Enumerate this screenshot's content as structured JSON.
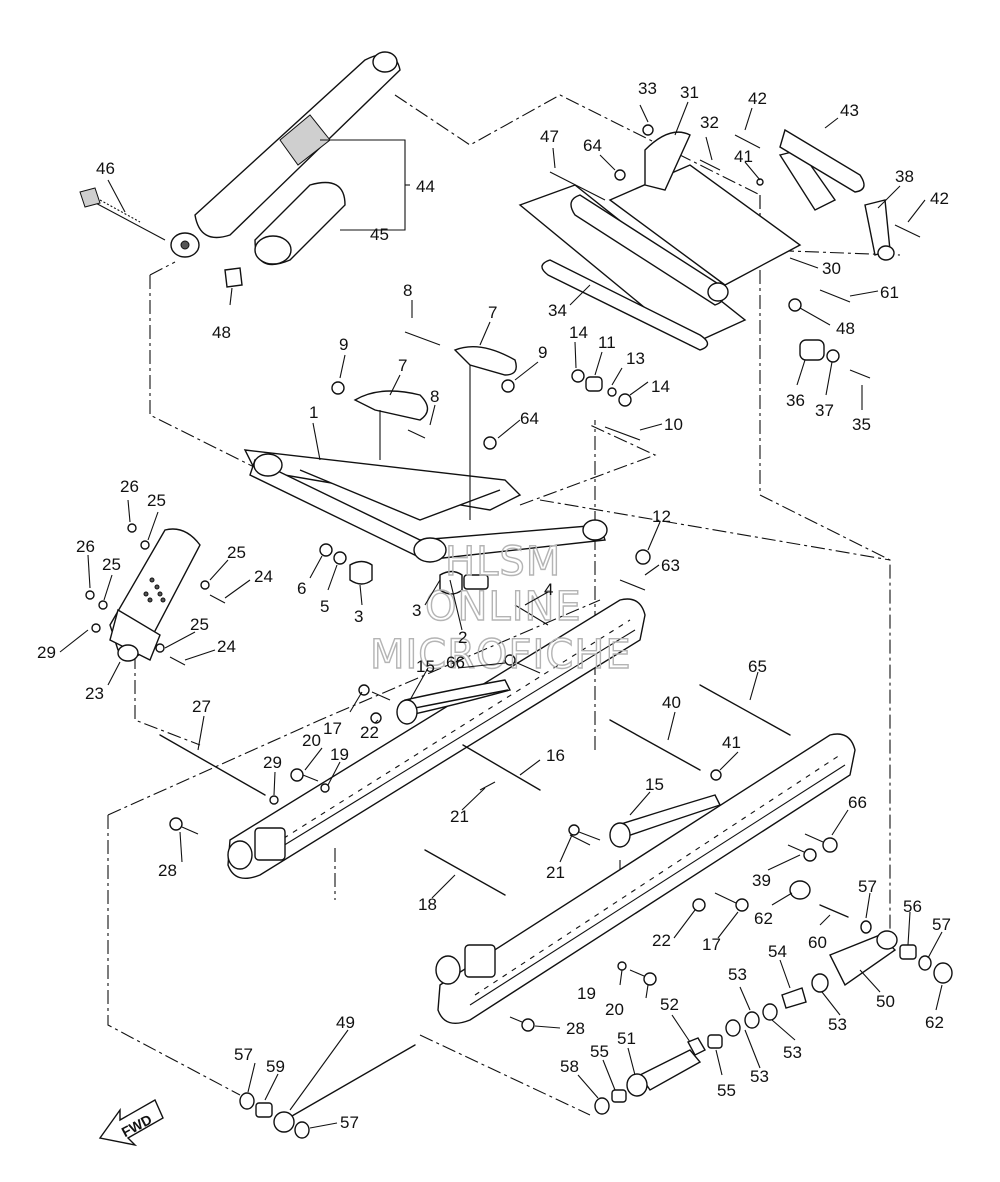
{
  "watermark": {
    "line1": "HLSM",
    "line2": "ONLINE",
    "line3": "MICROFICHE"
  },
  "direction_label": "FWD",
  "callouts": [
    {
      "id": "c1",
      "text": "1"
    },
    {
      "id": "c2",
      "text": "2"
    },
    {
      "id": "c3a",
      "text": "3"
    },
    {
      "id": "c3b",
      "text": "3"
    },
    {
      "id": "c4",
      "text": "4"
    },
    {
      "id": "c5",
      "text": "5"
    },
    {
      "id": "c6",
      "text": "6"
    },
    {
      "id": "c7a",
      "text": "7"
    },
    {
      "id": "c7b",
      "text": "7"
    },
    {
      "id": "c8a",
      "text": "8"
    },
    {
      "id": "c8b",
      "text": "8"
    },
    {
      "id": "c9a",
      "text": "9"
    },
    {
      "id": "c9b",
      "text": "9"
    },
    {
      "id": "c10",
      "text": "10"
    },
    {
      "id": "c11",
      "text": "11"
    },
    {
      "id": "c12",
      "text": "12"
    },
    {
      "id": "c13",
      "text": "13"
    },
    {
      "id": "c14a",
      "text": "14"
    },
    {
      "id": "c14b",
      "text": "14"
    },
    {
      "id": "c15a",
      "text": "15"
    },
    {
      "id": "c15b",
      "text": "15"
    },
    {
      "id": "c16",
      "text": "16"
    },
    {
      "id": "c17a",
      "text": "17"
    },
    {
      "id": "c17b",
      "text": "17"
    },
    {
      "id": "c18",
      "text": "18"
    },
    {
      "id": "c19a",
      "text": "19"
    },
    {
      "id": "c19b",
      "text": "19"
    },
    {
      "id": "c20a",
      "text": "20"
    },
    {
      "id": "c20b",
      "text": "20"
    },
    {
      "id": "c21a",
      "text": "21"
    },
    {
      "id": "c21b",
      "text": "21"
    },
    {
      "id": "c22a",
      "text": "22"
    },
    {
      "id": "c22b",
      "text": "22"
    },
    {
      "id": "c23",
      "text": "23"
    },
    {
      "id": "c24a",
      "text": "24"
    },
    {
      "id": "c24b",
      "text": "24"
    },
    {
      "id": "c25a",
      "text": "25"
    },
    {
      "id": "c25b",
      "text": "25"
    },
    {
      "id": "c25c",
      "text": "25"
    },
    {
      "id": "c25d",
      "text": "25"
    },
    {
      "id": "c26a",
      "text": "26"
    },
    {
      "id": "c26b",
      "text": "26"
    },
    {
      "id": "c27",
      "text": "27"
    },
    {
      "id": "c28a",
      "text": "28"
    },
    {
      "id": "c28b",
      "text": "28"
    },
    {
      "id": "c29a",
      "text": "29"
    },
    {
      "id": "c29b",
      "text": "29"
    },
    {
      "id": "c30",
      "text": "30"
    },
    {
      "id": "c31",
      "text": "31"
    },
    {
      "id": "c32",
      "text": "32"
    },
    {
      "id": "c33",
      "text": "33"
    },
    {
      "id": "c34",
      "text": "34"
    },
    {
      "id": "c35",
      "text": "35"
    },
    {
      "id": "c36",
      "text": "36"
    },
    {
      "id": "c37",
      "text": "37"
    },
    {
      "id": "c38",
      "text": "38"
    },
    {
      "id": "c39",
      "text": "39"
    },
    {
      "id": "c40",
      "text": "40"
    },
    {
      "id": "c41a",
      "text": "41"
    },
    {
      "id": "c41b",
      "text": "41"
    },
    {
      "id": "c42a",
      "text": "42"
    },
    {
      "id": "c42b",
      "text": "42"
    },
    {
      "id": "c43",
      "text": "43"
    },
    {
      "id": "c44",
      "text": "44"
    },
    {
      "id": "c45",
      "text": "45"
    },
    {
      "id": "c46",
      "text": "46"
    },
    {
      "id": "c47",
      "text": "47"
    },
    {
      "id": "c48a",
      "text": "48"
    },
    {
      "id": "c48b",
      "text": "48"
    },
    {
      "id": "c49",
      "text": "49"
    },
    {
      "id": "c50",
      "text": "50"
    },
    {
      "id": "c51",
      "text": "51"
    },
    {
      "id": "c52",
      "text": "52"
    },
    {
      "id": "c53a",
      "text": "53"
    },
    {
      "id": "c53b",
      "text": "53"
    },
    {
      "id": "c53c",
      "text": "53"
    },
    {
      "id": "c53d",
      "text": "53"
    },
    {
      "id": "c54",
      "text": "54"
    },
    {
      "id": "c55a",
      "text": "55"
    },
    {
      "id": "c55b",
      "text": "55"
    },
    {
      "id": "c56",
      "text": "56"
    },
    {
      "id": "c57a",
      "text": "57"
    },
    {
      "id": "c57b",
      "text": "57"
    },
    {
      "id": "c57c",
      "text": "57"
    },
    {
      "id": "c57d",
      "text": "57"
    },
    {
      "id": "c58",
      "text": "58"
    },
    {
      "id": "c59",
      "text": "59"
    },
    {
      "id": "c60",
      "text": "60"
    },
    {
      "id": "c61",
      "text": "61"
    },
    {
      "id": "c62a",
      "text": "62"
    },
    {
      "id": "c62b",
      "text": "62"
    },
    {
      "id": "c63",
      "text": "63"
    },
    {
      "id": "c64a",
      "text": "64"
    },
    {
      "id": "c64b",
      "text": "64"
    },
    {
      "id": "c65",
      "text": "65"
    },
    {
      "id": "c66a",
      "text": "66"
    },
    {
      "id": "c66b",
      "text": "66"
    }
  ]
}
